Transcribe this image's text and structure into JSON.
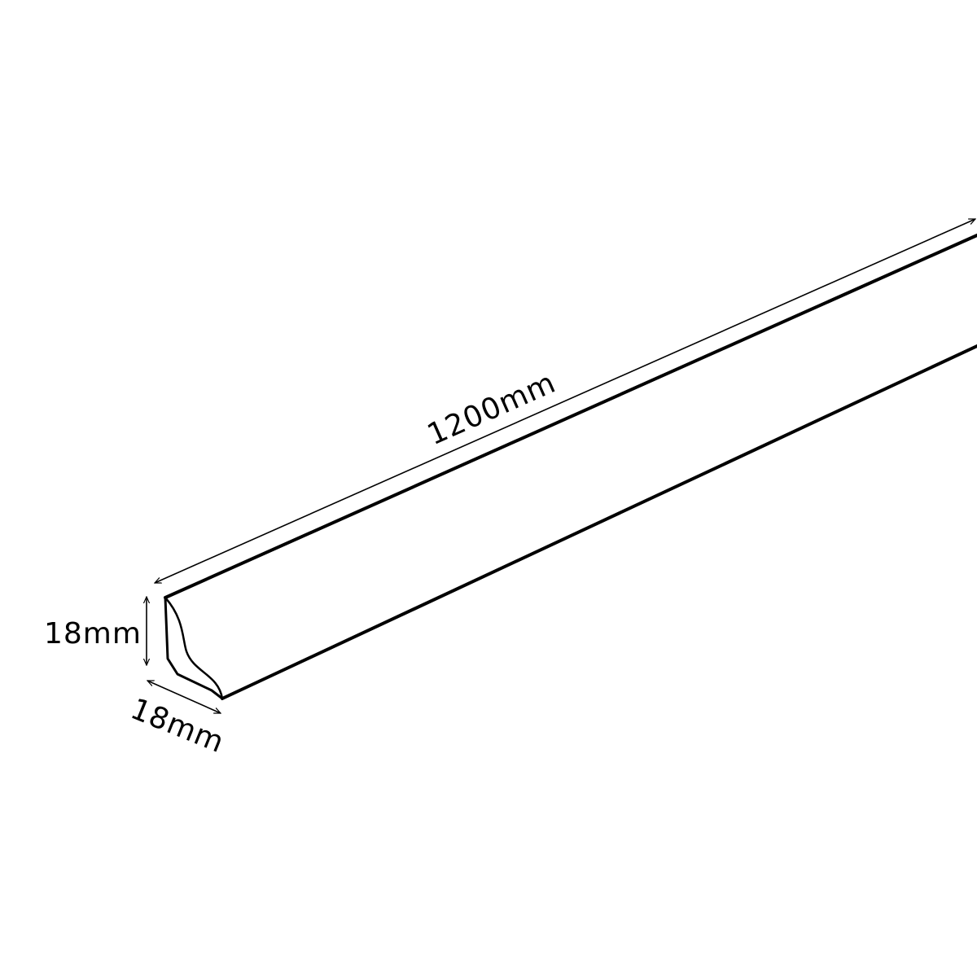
{
  "colors": {
    "background": "#ffffff",
    "line": "#000000"
  },
  "dimensions": {
    "length_label": "1200mm",
    "height_label": "18mm",
    "depth_label": "18mm"
  }
}
